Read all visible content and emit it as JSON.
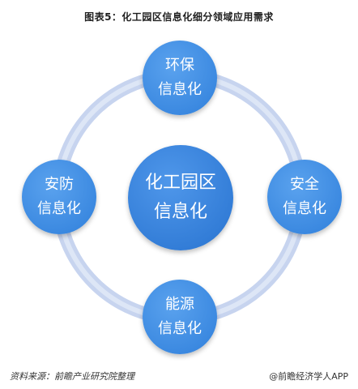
{
  "title": "图表5：化工园区信息化细分领域应用需求",
  "colors": {
    "node": "#2f7fdb",
    "node_light": "#5aa2ee",
    "ring": "#c7d4ef"
  },
  "center": {
    "line1": "化工园区",
    "line2": "信息化"
  },
  "satellites": {
    "top": {
      "line1": "环保",
      "line2": "信息化"
    },
    "left": {
      "line1": "安防",
      "line2": "信息化"
    },
    "right": {
      "line1": "安全",
      "line2": "信息化"
    },
    "bottom": {
      "line1": "能源",
      "line2": "信息化"
    }
  },
  "footer": {
    "source": "资料来源：前瞻产业研究院整理",
    "brand": "@前瞻经济学人APP"
  }
}
